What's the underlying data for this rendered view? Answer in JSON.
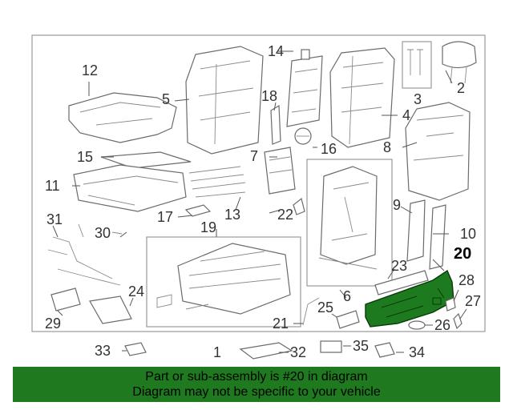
{
  "diagram": {
    "labels": [
      "1",
      "2",
      "3",
      "4",
      "5",
      "6",
      "7",
      "8",
      "9",
      "10",
      "11",
      "12",
      "13",
      "14",
      "15",
      "16",
      "17",
      "18",
      "19",
      "20",
      "21",
      "22",
      "23",
      "24",
      "25",
      "26",
      "27",
      "28",
      "29",
      "30",
      "31",
      "32",
      "33",
      "34",
      "35"
    ],
    "highlighted_part": "20"
  },
  "banner": {
    "line1": "Part or sub-assembly is #20 in diagram",
    "line2": "Diagram may not be specific to your vehicle",
    "color": "#1f7a1f"
  },
  "highlight_color": "#1e7a1e"
}
